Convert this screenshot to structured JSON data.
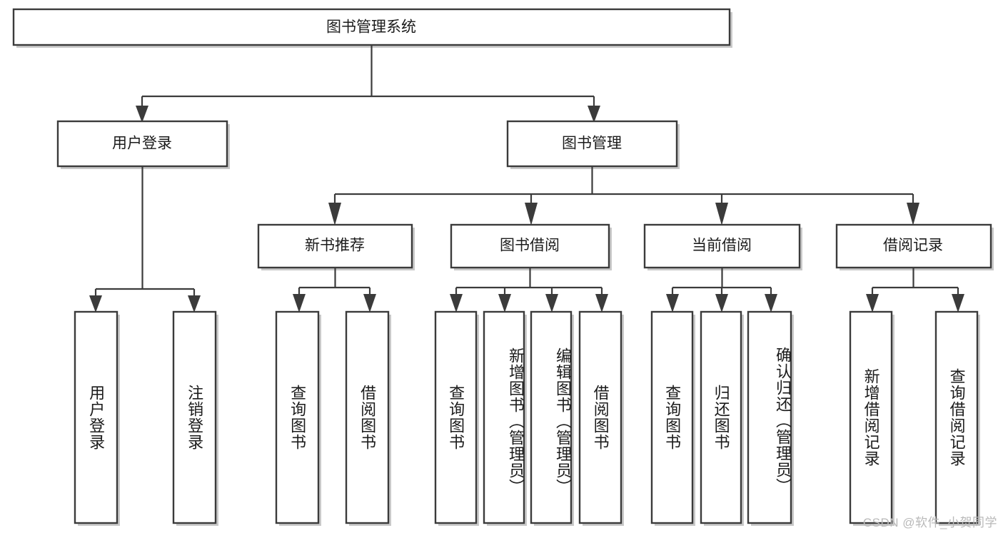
{
  "diagram": {
    "type": "tree",
    "title": "图书管理系统",
    "watermark": "CSDN @软件_小贺同学",
    "colors": {
      "box_stroke": "#3b3b3b",
      "box_fill": "#ffffff",
      "connector": "#3b3b3b",
      "shadow": "#c9c9c9",
      "text": "#1b1b1b",
      "watermark": "#b9b9b9",
      "background": "#ffffff"
    },
    "levels": {
      "root": {
        "label": "图书管理系统"
      },
      "level2": [
        {
          "label": "用户登录"
        },
        {
          "label": "图书管理"
        }
      ],
      "level3": [
        {
          "label": "新书推荐"
        },
        {
          "label": "图书借阅"
        },
        {
          "label": "当前借阅"
        },
        {
          "label": "借阅记录"
        }
      ],
      "leaves": {
        "user_login": [
          {
            "label": "用户登录"
          },
          {
            "label": "注销登录"
          }
        ],
        "new_book_rec": [
          {
            "label": "查询图书"
          },
          {
            "label": "借阅图书"
          }
        ],
        "book_borrow": [
          {
            "label": "查询图书"
          },
          {
            "label": "新增图书（管理员）"
          },
          {
            "label": "编辑图书（管理员）"
          },
          {
            "label": "借阅图书"
          }
        ],
        "current_borrow": [
          {
            "label": "查询图书"
          },
          {
            "label": "归还图书"
          },
          {
            "label": "确认归还（管理员）"
          }
        ],
        "borrow_record": [
          {
            "label": "新增借阅记录"
          },
          {
            "label": "查询借阅记录"
          }
        ]
      }
    }
  }
}
